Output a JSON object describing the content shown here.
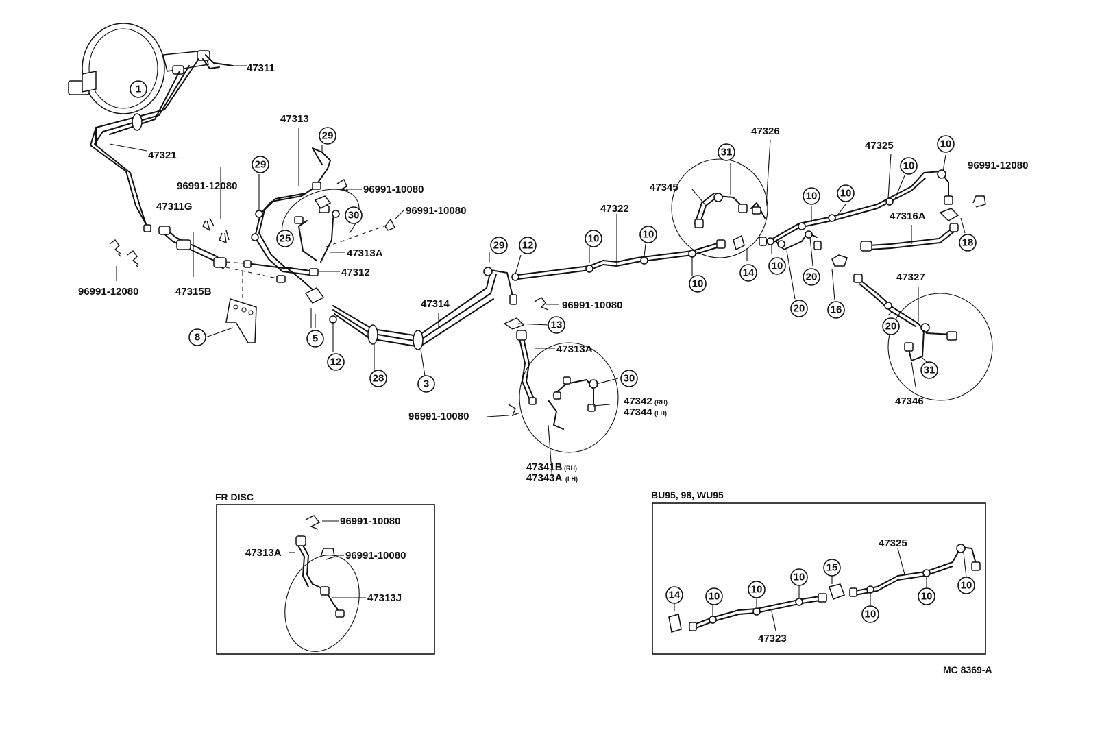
{
  "labels": {
    "p47311": "47311",
    "p47321": "47321",
    "p47313": "47313",
    "p47311G": "47311G",
    "c96991_12080_a": "96991-12080",
    "c96991_10080_a": "96991-10080",
    "c96991_10080_b": "96991-10080",
    "p47313A_a": "47313A",
    "p47312": "47312",
    "c96991_12080_b": "96991-12080",
    "p47315B": "47315B",
    "p47314": "47314",
    "p47322": "47322",
    "p47345": "47345",
    "p47326": "47326",
    "p47325": "47325",
    "c96991_12080_c": "96991-12080",
    "p47316A": "47316A",
    "p47327": "47327",
    "p47346": "47346",
    "c96991_10080_c": "96991-10080",
    "p47313A_b": "47313A",
    "p47342": "47342",
    "p47342_suffix": "(RH)",
    "p47344": "47344",
    "p47344_suffix": "(LH)",
    "c96991_10080_d": "96991-10080",
    "p47341B": "47341B",
    "p47341B_suffix": "(RH)",
    "p47343A": "47343A",
    "p47343A_suffix": "(LH)"
  },
  "callouts": {
    "c1": "1",
    "c29a": "29",
    "c29b": "29",
    "c30a": "30",
    "c25": "25",
    "c8": "8",
    "c5": "5",
    "c12a": "12",
    "c28": "28",
    "c3": "3",
    "c29c": "29",
    "c12b": "12",
    "c13": "13",
    "c30b": "30",
    "c10a": "10",
    "c10b": "10",
    "c10c": "10",
    "c31a": "31",
    "c14": "14",
    "c10d": "10",
    "c20a": "20",
    "c20b": "20",
    "c10e": "10",
    "c10f": "10",
    "c10g": "10",
    "c10h": "10",
    "c18": "18",
    "c16": "16",
    "c20c": "20",
    "c31b": "31"
  },
  "fr_disc": {
    "title": "FR DISC",
    "c96991_10080_a": "96991-10080",
    "c96991_10080_b": "96991-10080",
    "p47313A": "47313A",
    "p47313J": "47313J"
  },
  "bu95": {
    "title": "BU95, 98, WU95",
    "p47325": "47325",
    "p47323": "47323",
    "c14": "14",
    "c15": "15",
    "c10a": "10",
    "c10b": "10",
    "c10c": "10",
    "c10d": "10",
    "c10e": "10",
    "c10f": "10"
  },
  "code": "MC 8369-A"
}
